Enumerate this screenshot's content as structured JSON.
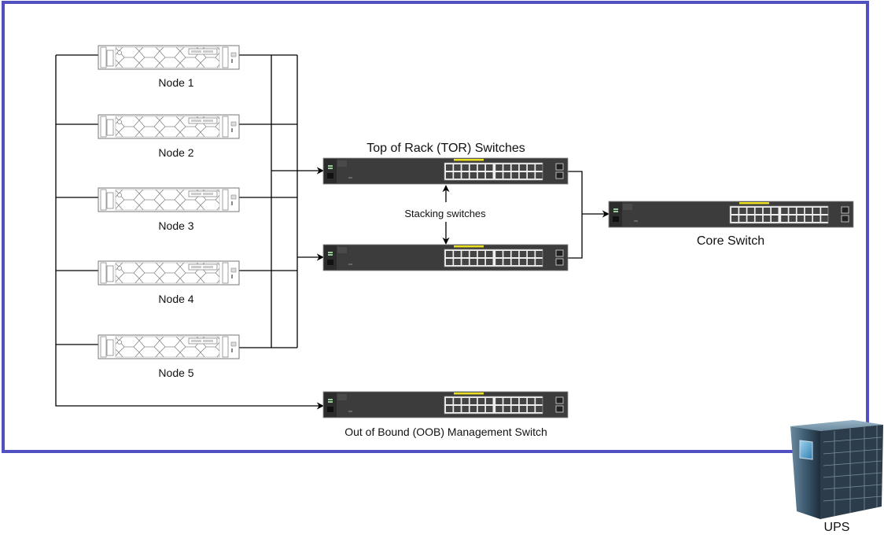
{
  "diagram": {
    "type": "network-topology",
    "colors": {
      "boundary": "#5050c0",
      "connector": "#000000",
      "switch_body": "#3a3a3a",
      "switch_led": "#e8e020",
      "server_outline": "#777777",
      "ups_body": "#3e5a70"
    },
    "nodes": [
      {
        "id": "node1",
        "label": "Node 1",
        "kind": "server"
      },
      {
        "id": "node2",
        "label": "Node 2",
        "kind": "server"
      },
      {
        "id": "node3",
        "label": "Node 3",
        "kind": "server"
      },
      {
        "id": "node4",
        "label": "Node 4",
        "kind": "server"
      },
      {
        "id": "node5",
        "label": "Node 5",
        "kind": "server"
      }
    ],
    "tor": {
      "title": "Top of Rack (TOR) Switches",
      "stacking_label": "Stacking switches",
      "switches": [
        {
          "id": "tor1",
          "kind": "switch"
        },
        {
          "id": "tor2",
          "kind": "switch"
        }
      ]
    },
    "core": {
      "id": "core",
      "label": "Core Switch",
      "kind": "switch"
    },
    "oob": {
      "id": "oob",
      "label": "Out of Bound (OOB) Management Switch",
      "kind": "switch"
    },
    "ups": {
      "id": "ups",
      "label": "UPS",
      "kind": "ups"
    },
    "edges": [
      {
        "from": "node1",
        "to": "tor1"
      },
      {
        "from": "node2",
        "to": "tor1"
      },
      {
        "from": "node3",
        "to": "tor1"
      },
      {
        "from": "node4",
        "to": "tor1"
      },
      {
        "from": "node5",
        "to": "tor1"
      },
      {
        "from": "node1",
        "to": "tor2"
      },
      {
        "from": "node2",
        "to": "tor2"
      },
      {
        "from": "node3",
        "to": "tor2"
      },
      {
        "from": "node4",
        "to": "tor2"
      },
      {
        "from": "node5",
        "to": "tor2"
      },
      {
        "from": "tor1",
        "to": "tor2",
        "bidirectional": true,
        "label": "Stacking switches"
      },
      {
        "from": "tor1",
        "to": "core"
      },
      {
        "from": "tor2",
        "to": "core"
      },
      {
        "from": "node1",
        "to": "oob"
      },
      {
        "from": "node2",
        "to": "oob"
      },
      {
        "from": "node3",
        "to": "oob"
      },
      {
        "from": "node4",
        "to": "oob"
      },
      {
        "from": "node5",
        "to": "oob"
      }
    ]
  }
}
